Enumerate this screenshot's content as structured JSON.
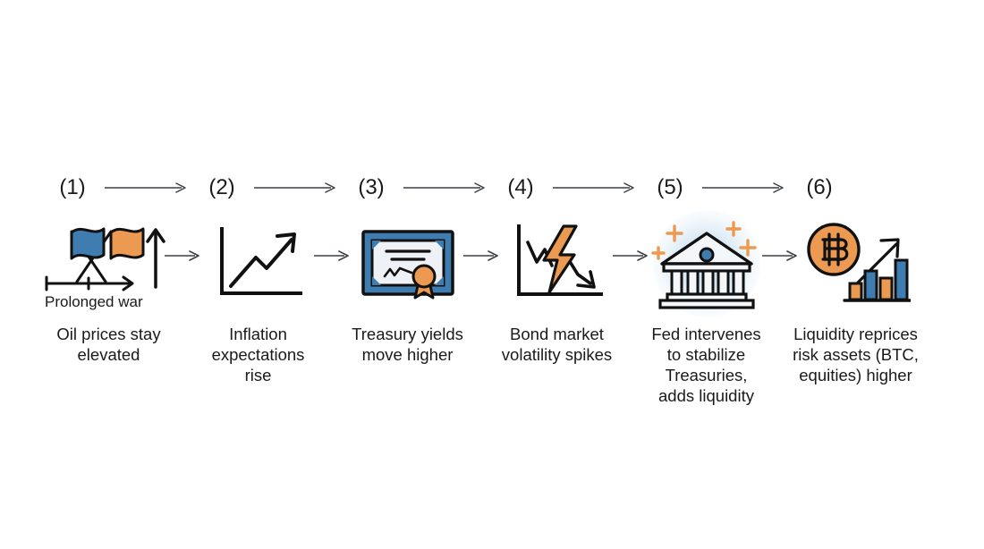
{
  "diagram": {
    "title": "",
    "type": "horizontal-flow-chain",
    "colors": {
      "blue": "#3f7cb0",
      "blue_dark": "#1a1a1a",
      "orange": "#ec9a51",
      "line": "#111111",
      "arrow": "#3a3f45",
      "glow_blue": "#a8cbe8",
      "paper": "#eef1f5",
      "background": "#ffffff"
    },
    "steps": [
      {
        "number": "(1)",
        "icon": "crossed-flags-timeline-icon",
        "icon_note": "Prolonged war",
        "caption": "Oil prices stay\nelevated",
        "caption_lines": [
          "Oil prices stay",
          "elevated"
        ]
      },
      {
        "number": "(2)",
        "icon": "rising-line-chart-icon",
        "icon_note": "",
        "caption": "Inflation expectations rise",
        "caption_lines": [
          "Inflation",
          "expectations",
          "rise"
        ]
      },
      {
        "number": "(3)",
        "icon": "treasury-certificate-icon",
        "icon_note": "",
        "caption": "Treasury yields move higher",
        "caption_lines": [
          "Treasury yields",
          "move higher"
        ]
      },
      {
        "number": "(4)",
        "icon": "volatility-lightning-chart-icon",
        "icon_note": "",
        "caption": "Bond market volatility spikes",
        "caption_lines": [
          "Bond market",
          "volatility spikes"
        ]
      },
      {
        "number": "(5)",
        "icon": "central-bank-building-icon",
        "icon_note": "",
        "caption": "Fed intervenes to stabilize Treasuries, adds liquidity",
        "caption_lines": [
          "Fed intervenes",
          "to stabilize",
          "Treasuries,",
          "adds liquidity"
        ]
      },
      {
        "number": "(6)",
        "icon": "bitcoin-rising-bars-icon",
        "icon_note": "",
        "caption": "Liquidity reprices risk assets (BTC, equities) higher",
        "caption_lines": [
          "Liquidity reprices",
          "risk assets (BTC,",
          "equities) higher"
        ]
      }
    ],
    "connector_arrows": {
      "count_top": 5,
      "count_middle": 5,
      "direction": "left-to-right",
      "glyph": "arrow-right-icon"
    }
  }
}
